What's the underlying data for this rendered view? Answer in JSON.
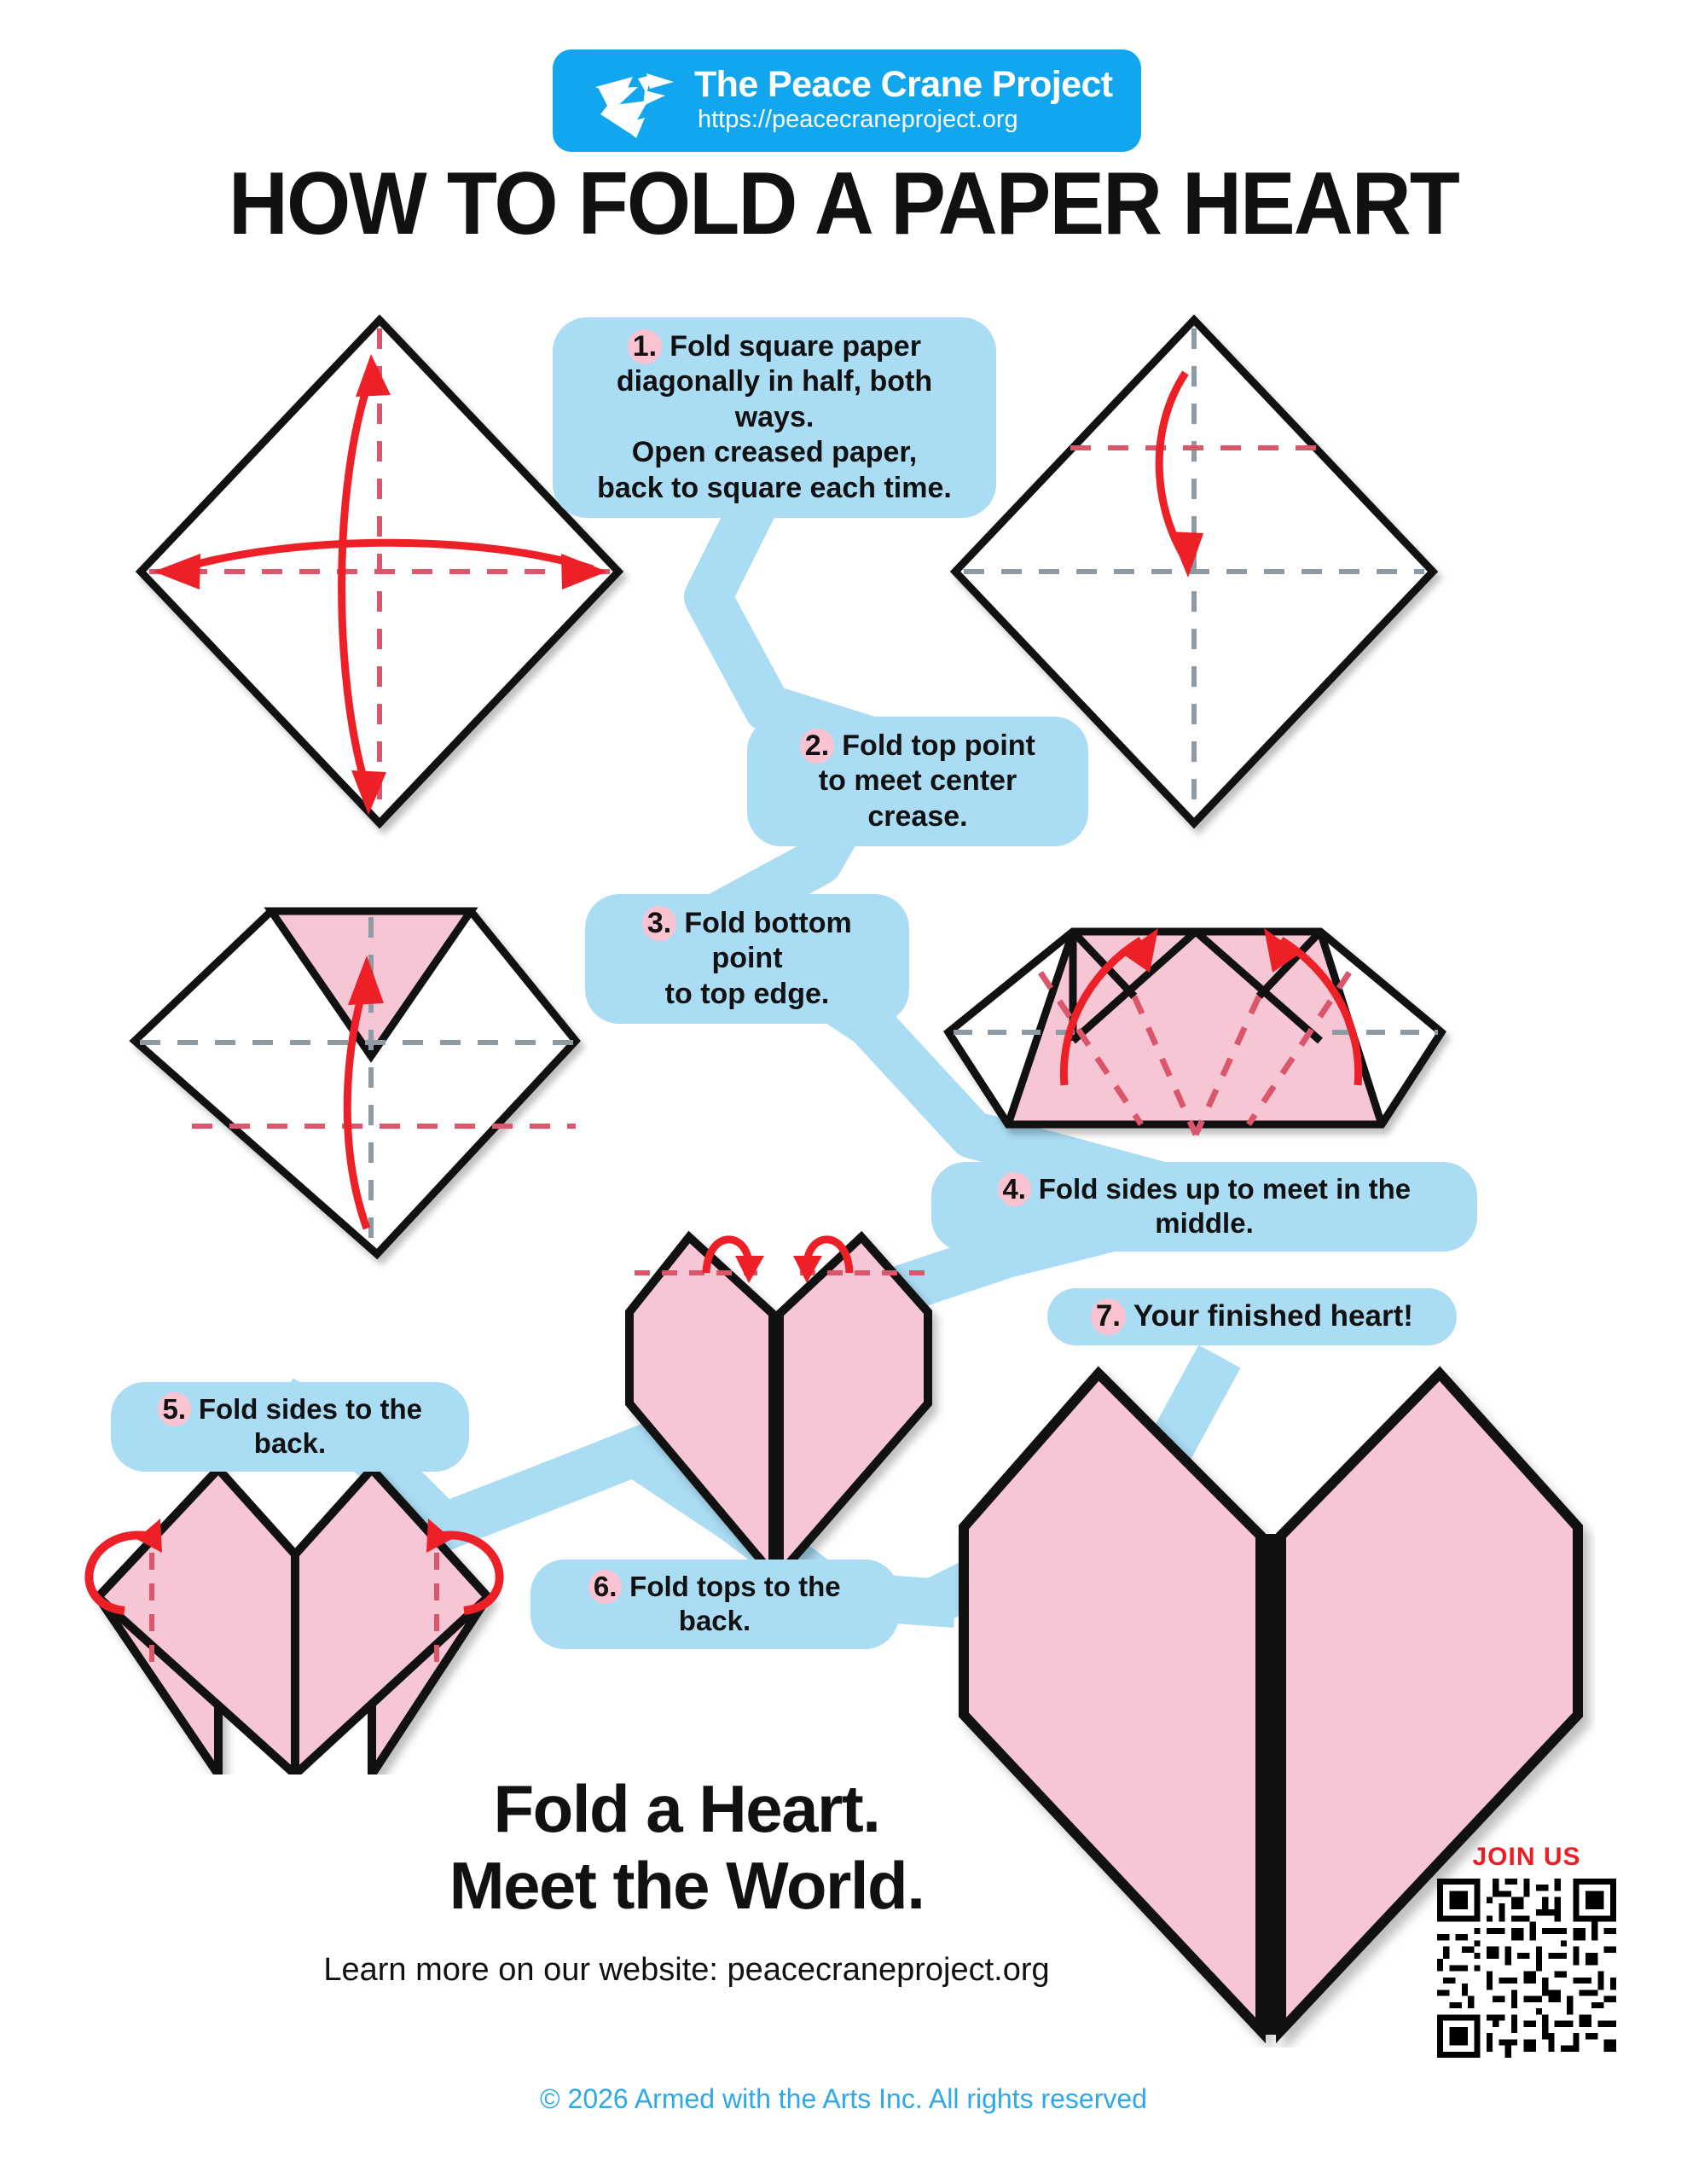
{
  "header": {
    "logo_icon": "origami-crane-icon",
    "brand": "The Peace Crane Project",
    "url": "https://peacecraneproject.org",
    "brand_bg": "#11a6ed"
  },
  "title": "HOW TO FOLD A PAPER HEART",
  "colors": {
    "bubble_blue": "#aadcf4",
    "ribbon_blue": "#aadcf4",
    "number_pink": "#f9c3d2",
    "paper_pink": "#f7c6d4",
    "arrow_red": "#ee2027",
    "crease_gray": "#8e9aa4",
    "crease_red": "#d9566b",
    "outline_black": "#111111",
    "footer_blue": "#2fa8e8",
    "join_red": "#ee1d23"
  },
  "steps": [
    {
      "number": "1.",
      "text": "Fold square paper diagonally in half, both ways. Open creased paper, back to square each time.",
      "lines": [
        "Fold square paper",
        "diagonally in half, both ways.",
        "Open creased paper,",
        "back to square each time."
      ],
      "diagram": "square-diamond-with-both-diagonal-creases"
    },
    {
      "number": "2.",
      "text": "Fold top point to meet center crease.",
      "lines": [
        "Fold top point",
        "to meet center crease."
      ],
      "diagram": "diamond-top-point-folding-down-arrow"
    },
    {
      "number": "3.",
      "text": "Fold bottom point to top edge.",
      "lines": [
        "Fold bottom point",
        "to top edge."
      ],
      "diagram": "diamond-flat-top-pink-triangle-up-arrow"
    },
    {
      "number": "4.",
      "text": "Fold sides up to meet in the middle.",
      "lines": [
        "Fold sides up to meet in the middle."
      ],
      "diagram": "wide-hexagon-pink-center-two-up-arrows"
    },
    {
      "number": "5.",
      "text": "Fold sides to the back.",
      "lines": [
        "Fold sides to the back."
      ],
      "diagram": "pink-heart-block-with-side-loop-arrows"
    },
    {
      "number": "6.",
      "text": "Fold tops to the back.",
      "lines": [
        "Fold tops to the back."
      ],
      "diagram": "pink-heart-pointed-tops-with-fold-over-arrows"
    },
    {
      "number": "7.",
      "text": "Your finished heart!",
      "lines": [
        "Your finished heart!"
      ],
      "diagram": "finished-pink-origami-heart"
    }
  ],
  "tagline": {
    "line1": "Fold a Heart.",
    "line2": "Meet the World."
  },
  "learn_more": "Learn more on our website: peacecraneproject.org",
  "qr": {
    "label": "JOIN US",
    "icon": "qr-code-icon"
  },
  "copyright": "© 2026 Armed with the Arts Inc. All rights reserved"
}
